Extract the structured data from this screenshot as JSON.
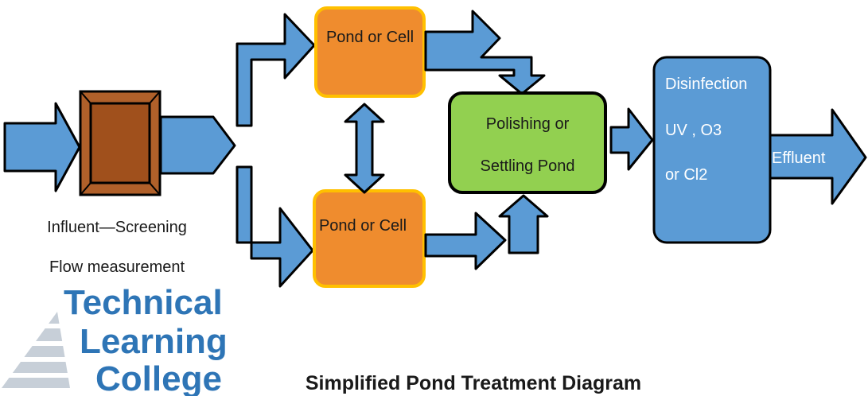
{
  "ponds": {
    "top": "Pond or Cell",
    "bottom": "Pond or Cell"
  },
  "polishing": {
    "line1": "Polishing or",
    "line2": "Settling Pond"
  },
  "disinfection": {
    "line1": "Disinfection",
    "line2": "UV , O3",
    "line3": "or Cl2"
  },
  "effluent": "Effluent",
  "influent": {
    "line1": "Influent—Screening",
    "line2": "Flow measurement"
  },
  "logo": {
    "line1": "Technical",
    "line2": "Learning",
    "line3": "College"
  },
  "title": "Simplified Pond Treatment Diagram",
  "colors": {
    "arrow": "#5b9bd5",
    "pond": "#ef8c2e",
    "pond_border": "#ffc000",
    "polishing": "#92d050",
    "disinfection": "#5b9bd5",
    "screen": "#b0602a",
    "logo": "#2e75b6"
  }
}
